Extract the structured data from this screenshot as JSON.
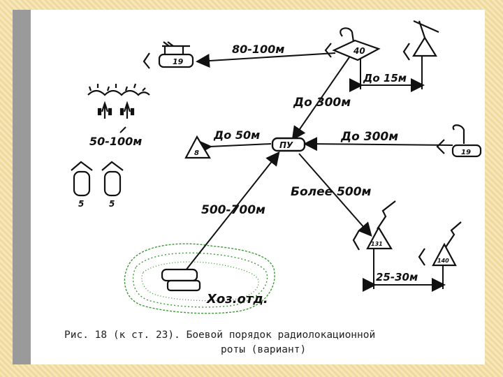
{
  "labels": {
    "d80_100": "80-100м",
    "do15": "До 15м",
    "do300_top": "До 300м",
    "do50": "До 50м",
    "do300_right": "До 300м",
    "d50_100": "50-100м",
    "bolee500": "Более 500м",
    "d500_700": "500-700м",
    "d25_30": "25-30м",
    "hoz": "Хоз.отд."
  },
  "markers": {
    "n40": "40",
    "n19a": "19",
    "n19b": "19",
    "pu": "ПУ",
    "n8": "8",
    "n131": "131",
    "n140": "140",
    "n5a": "5",
    "n5b": "5"
  },
  "caption": {
    "line1": "Рис. 18 (к ст. 23). Боевой порядок радиолокационной",
    "line2": "роты (вариант)"
  },
  "colors": {
    "ink": "#111111",
    "vegetation": "#3f9a3a",
    "border": "#efd99c",
    "sidebar": "#9a9a9a"
  }
}
